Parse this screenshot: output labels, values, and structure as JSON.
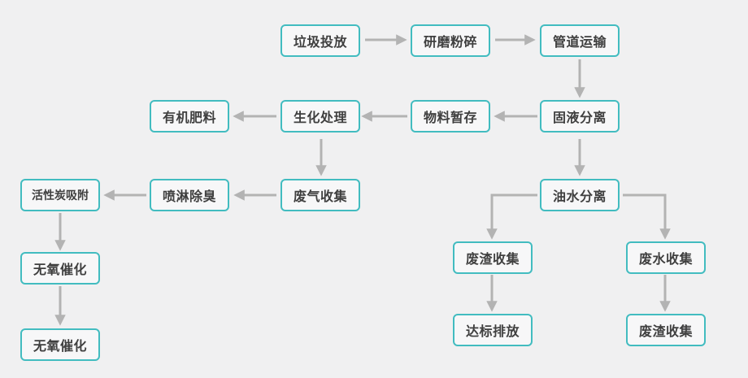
{
  "nodes": {
    "n1": "垃圾投放",
    "n2": "研磨粉碎",
    "n3": "管道运输",
    "n4": "固液分离",
    "n5": "物料暂存",
    "n6": "生化处理",
    "n7": "有机肥料",
    "n8": "废气收集",
    "n9": "喷淋除臭",
    "n10": "活性炭吸附",
    "n11": "无氧催化",
    "n12": "无氧催化",
    "n13": "油水分离",
    "n14": "废渣收集",
    "n15": "达标排放",
    "n16": "废水收集",
    "n17": "废渣收集"
  },
  "colors": {
    "node_border": "#42bcc0",
    "node_fill": "#f7f7f8",
    "arrow": "#b3b3b3",
    "text": "#3f3f3f",
    "background": "#f0f0f1"
  }
}
